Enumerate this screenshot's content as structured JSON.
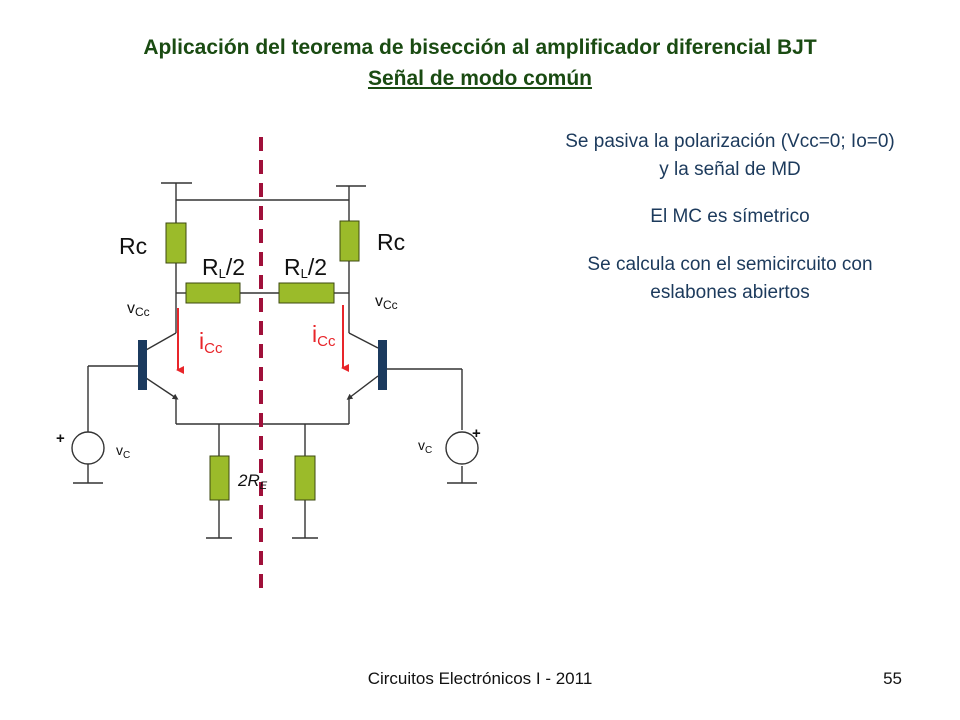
{
  "title": {
    "line1": "Aplicación del teorema de bisección al amplificador diferencial BJT",
    "line2": "Señal de modo común"
  },
  "notes": [
    "Se pasiva la polarización (Vcc=0; Io=0)",
    "y la señal de MD",
    "El MC es símetrico",
    "Se calcula con el semicircuito con",
    "eslabones abiertos"
  ],
  "circuit": {
    "rc_left": "Rc",
    "rc_right": "Rc",
    "rl_main": "R",
    "rl_sub": "L",
    "rl_tail": "/2",
    "v_main": "v",
    "v_sub": "Cc",
    "i_main": "i",
    "i_sub": "Cc",
    "src_main": "v",
    "src_sub": "C",
    "plus": "+",
    "re_prefix": "2R",
    "re_sub": "E"
  },
  "colors": {
    "resistor": "#9bbb2a",
    "resistor_border": "#3c4a10",
    "transistor": "#1b3a5e",
    "current_arrow": "#e8252a",
    "bisect_line": "#a0103a",
    "wire": "#333333",
    "note_text": "#1c3a5c",
    "title_text": "#1a4b12"
  },
  "footer": {
    "left": "Circuitos Electrónicos I - 2011",
    "page": "55"
  }
}
